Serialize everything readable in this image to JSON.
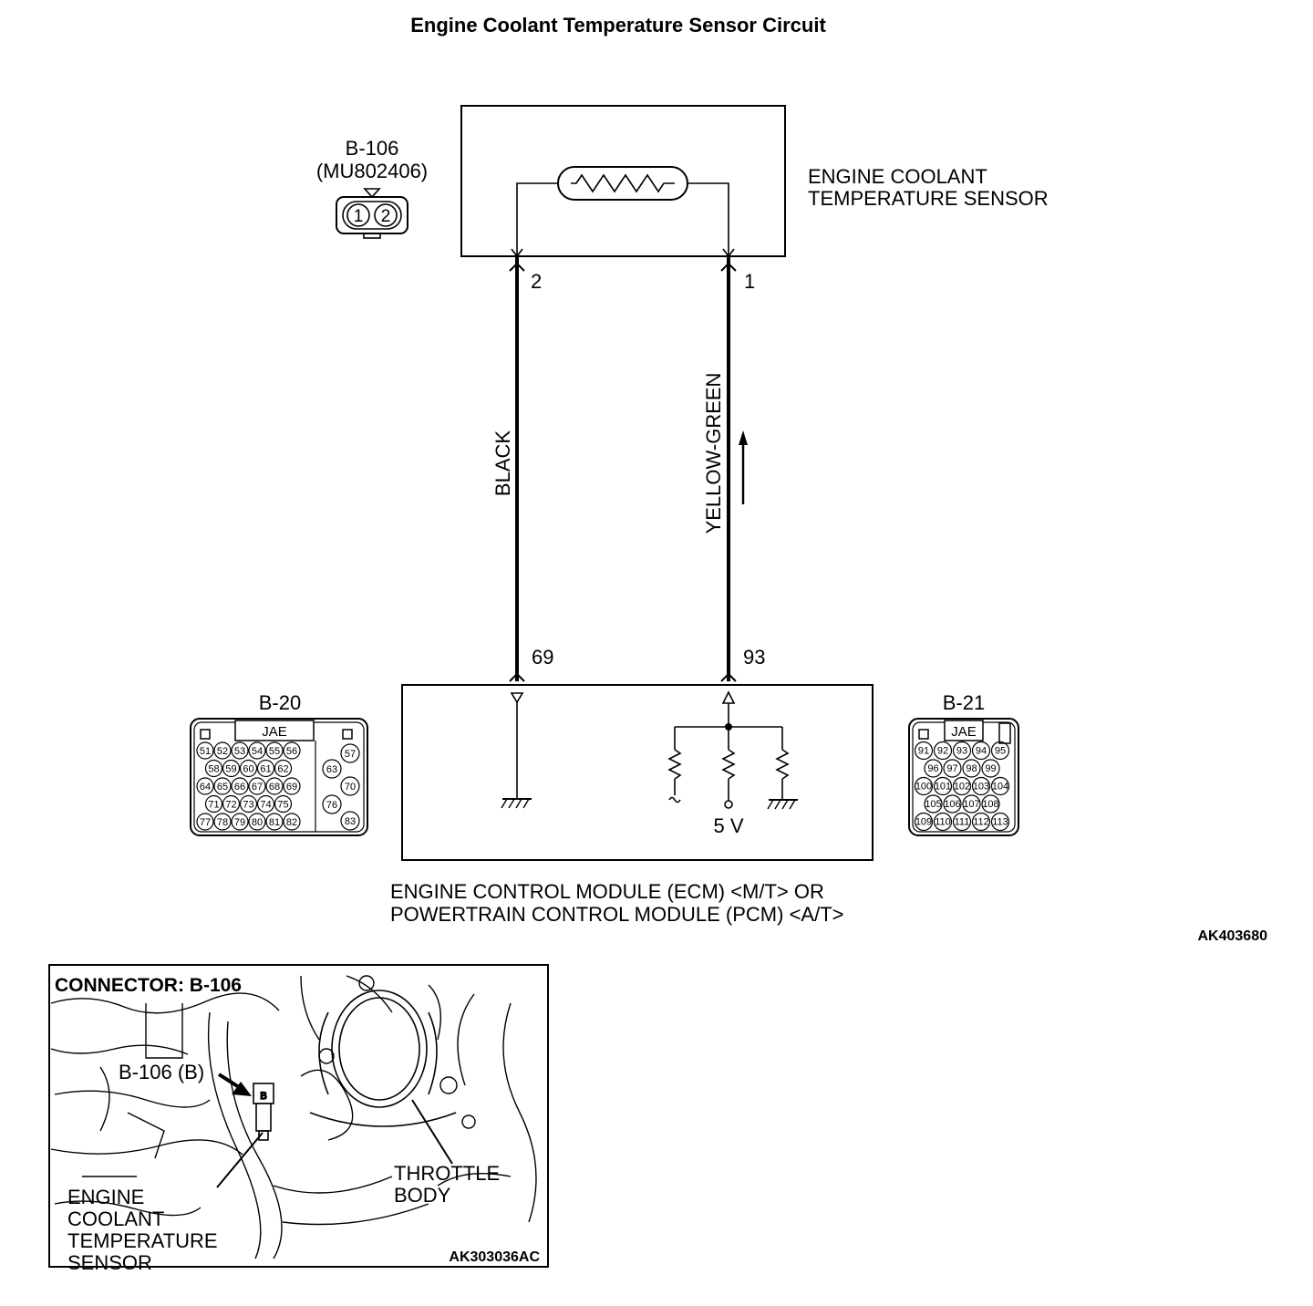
{
  "title": "Engine Coolant Temperature Sensor Circuit",
  "sensor": {
    "label_line1": "ENGINE COOLANT",
    "label_line2": "TEMPERATURE SENSOR",
    "pin_left": "2",
    "pin_right": "1"
  },
  "sensor_connector": {
    "id": "B-106",
    "part_no": "(MU802406)",
    "pins": [
      "1",
      "2"
    ]
  },
  "wires": {
    "left": {
      "color_label": "BLACK",
      "ecm_pin": "69"
    },
    "right": {
      "color_label": "YELLOW-GREEN",
      "ecm_pin": "93"
    }
  },
  "ecm": {
    "label_line1": "ENGINE CONTROL MODULE (ECM) <M/T> OR",
    "label_line2": "POWERTRAIN CONTROL MODULE (PCM) <A/T>",
    "voltage": "5 V"
  },
  "connector_b20": {
    "id": "B-20",
    "tag": "JAE",
    "rows": [
      [
        "51",
        "52",
        "53",
        "54",
        "55",
        "56"
      ],
      [
        "58",
        "59",
        "60",
        "61",
        "62"
      ],
      [
        "64",
        "65",
        "66",
        "67",
        "68",
        "69"
      ],
      [
        "71",
        "72",
        "73",
        "74",
        "75"
      ],
      [
        "77",
        "78",
        "79",
        "80",
        "81",
        "82"
      ]
    ],
    "side": [
      "57",
      "63",
      "70",
      "76",
      "83"
    ]
  },
  "connector_b21": {
    "id": "B-21",
    "tag": "JAE",
    "rows": [
      [
        "91",
        "92",
        "93",
        "94",
        "95"
      ],
      [
        "96",
        "97",
        "98",
        "99"
      ],
      [
        "100",
        "101",
        "102",
        "103",
        "104"
      ],
      [
        "105",
        "106",
        "107",
        "108"
      ],
      [
        "109",
        "110",
        "111",
        "112",
        "113"
      ]
    ]
  },
  "figure_code_top": "AK403680",
  "inset": {
    "title": "CONNECTOR: B-106",
    "callout_connector": "B-106 (B)",
    "callout_sensor": [
      "ENGINE",
      "COOLANT",
      "TEMPERATURE",
      "SENSOR"
    ],
    "callout_throttle": [
      "THROTTLE",
      "BODY"
    ],
    "figure_code": "AK303036AC"
  }
}
